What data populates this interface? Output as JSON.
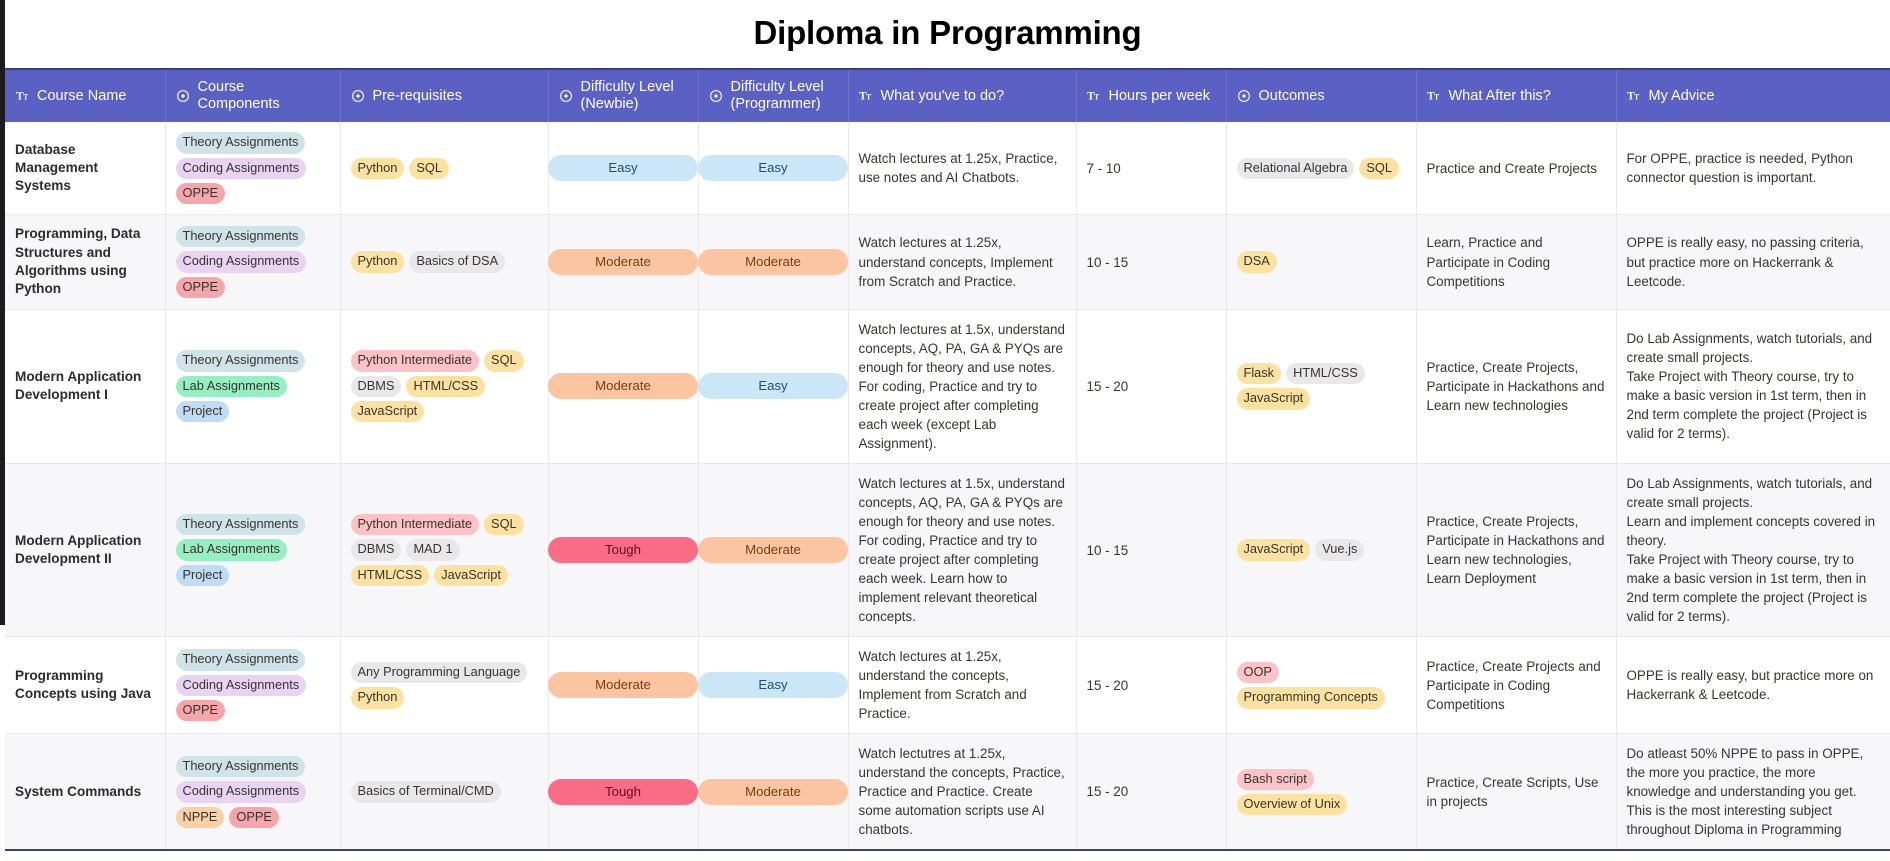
{
  "page": {
    "title": "Diploma in Programming"
  },
  "icons": {
    "text": "text-type-icon",
    "multiselect": "multi-select-icon"
  },
  "columns": [
    {
      "label": "Course Name",
      "icon": "text",
      "align": "left"
    },
    {
      "label": "Course Components",
      "icon": "multiselect",
      "align": "left"
    },
    {
      "label": "Pre-requisites",
      "icon": "multiselect",
      "align": "left"
    },
    {
      "label": "Difficulty Level\n(Newbie)",
      "icon": "multiselect",
      "align": "left"
    },
    {
      "label": "Difficulty Level\n(Programmer)",
      "icon": "multiselect",
      "align": "left"
    },
    {
      "label": "What you've to do?",
      "icon": "text",
      "align": "left"
    },
    {
      "label": "Hours per week",
      "icon": "text",
      "align": "left"
    },
    {
      "label": "Outcomes",
      "icon": "multiselect",
      "align": "left"
    },
    {
      "label": "What After this?",
      "icon": "text",
      "align": "left"
    },
    {
      "label": "My Advice",
      "icon": "text",
      "align": "left"
    }
  ],
  "tag_colors": {
    "theory": "#cfe3e8",
    "coding": "#e8d4f2",
    "lab": "#96eec3",
    "project": "#bedcf5",
    "oppe": "#f6a6ab",
    "nppe": "#fbd0a4",
    "yellow": "#fbe2a0",
    "gray": "#e8e8ea",
    "pink": "#fbc3c8"
  },
  "rows": [
    {
      "course": "Database Management Systems",
      "components": [
        {
          "text": "Theory Assignments",
          "color": "theory"
        },
        {
          "text": "Coding Assignments",
          "color": "coding"
        },
        {
          "text": "OPPE",
          "color": "oppe"
        }
      ],
      "prereq": [
        {
          "text": "Python",
          "color": "yellow"
        },
        {
          "text": "SQL",
          "color": "yellow"
        }
      ],
      "newbie": "Easy",
      "programmer": "Easy",
      "todo": "Watch lectures at 1.25x, Practice, use notes and AI Chatbots.",
      "hours": "7 - 10",
      "outcomes": [
        {
          "text": "Relational Algebra",
          "color": "gray"
        },
        {
          "text": "SQL",
          "color": "yellow"
        }
      ],
      "after": "Practice and Create Projects",
      "advice": "For OPPE, practice is needed, Python connector question is important."
    },
    {
      "course": "Programming, Data Structures and Algorithms using Python",
      "components": [
        {
          "text": "Theory Assignments",
          "color": "theory"
        },
        {
          "text": "Coding Assignments",
          "color": "coding"
        },
        {
          "text": "OPPE",
          "color": "oppe"
        }
      ],
      "prereq": [
        {
          "text": "Python",
          "color": "yellow"
        },
        {
          "text": "Basics of DSA",
          "color": "gray"
        }
      ],
      "newbie": "Moderate",
      "programmer": "Moderate",
      "todo": "Watch lectures at 1.25x, understand concepts, Implement from Scratch and Practice.",
      "hours": "10 - 15",
      "outcomes": [
        {
          "text": "DSA",
          "color": "yellow"
        }
      ],
      "after": "Learn, Practice and Participate in Coding Competitions",
      "advice": "OPPE is really easy, no passing criteria, but practice more on Hackerrank & Leetcode."
    },
    {
      "course": "Modern Application Development I",
      "components": [
        {
          "text": "Theory Assignments",
          "color": "theory"
        },
        {
          "text": "Lab Assignments",
          "color": "lab"
        },
        {
          "text": "Project",
          "color": "project"
        }
      ],
      "prereq": [
        {
          "text": "Python Intermediate",
          "color": "pink"
        },
        {
          "text": "SQL",
          "color": "yellow"
        },
        {
          "text": "DBMS",
          "color": "gray"
        },
        {
          "text": "HTML/CSS",
          "color": "yellow"
        },
        {
          "text": "JavaScript",
          "color": "yellow"
        }
      ],
      "newbie": "Moderate",
      "programmer": "Easy",
      "todo": "Watch lectures at 1.5x, understand concepts, AQ, PA, GA & PYQs are enough for theory and use notes.\nFor coding, Practice and try to create project after completing each week (except Lab Assignment).",
      "hours": "15 - 20",
      "outcomes": [
        {
          "text": "Flask",
          "color": "yellow"
        },
        {
          "text": "HTML/CSS",
          "color": "gray"
        },
        {
          "text": "JavaScript",
          "color": "yellow"
        }
      ],
      "after": "Practice, Create Projects, Participate in Hackathons and Learn new technologies",
      "advice": "Do Lab Assignments, watch tutorials, and create small projects.\nTake Project with Theory course, try to make a basic version in 1st term, then in 2nd term complete the project (Project is valid for 2 terms)."
    },
    {
      "course": "Modern Application Development II",
      "components": [
        {
          "text": "Theory Assignments",
          "color": "theory"
        },
        {
          "text": "Lab Assignments",
          "color": "lab"
        },
        {
          "text": "Project",
          "color": "project"
        }
      ],
      "prereq": [
        {
          "text": "Python Intermediate",
          "color": "pink"
        },
        {
          "text": "SQL",
          "color": "yellow"
        },
        {
          "text": "DBMS",
          "color": "gray"
        },
        {
          "text": "MAD 1",
          "color": "gray"
        },
        {
          "text": "HTML/CSS",
          "color": "yellow"
        },
        {
          "text": "JavaScript",
          "color": "yellow"
        }
      ],
      "newbie": "Tough",
      "programmer": "Moderate",
      "todo": "Watch lectures at 1.5x, understand concepts, AQ, PA, GA & PYQs are enough for theory and use notes.\nFor coding, Practice and try to create project after completing each week. Learn how to implement relevant theoretical concepts.",
      "hours": "10 - 15",
      "outcomes": [
        {
          "text": "JavaScript",
          "color": "yellow"
        },
        {
          "text": "Vue.js",
          "color": "gray"
        }
      ],
      "after": "Practice, Create Projects, Participate in Hackathons and Learn new technologies, Learn Deployment",
      "advice": "Do Lab Assignments, watch tutorials, and create small projects.\nLearn and implement concepts covered in theory.\nTake Project with Theory course, try to make a basic version in 1st term, then in 2nd term complete the project (Project is valid for 2 terms)."
    },
    {
      "course": "Programming Concepts using Java",
      "components": [
        {
          "text": "Theory Assignments",
          "color": "theory"
        },
        {
          "text": "Coding Assignments",
          "color": "coding"
        },
        {
          "text": "OPPE",
          "color": "oppe"
        }
      ],
      "prereq": [
        {
          "text": "Any Programming Language",
          "color": "gray"
        },
        {
          "text": "Python",
          "color": "yellow"
        }
      ],
      "newbie": "Moderate",
      "programmer": "Easy",
      "todo": "Watch lectures at 1.25x, understand the concepts, Implement from Scratch and Practice.",
      "hours": "15 - 20",
      "outcomes": [
        {
          "text": "OOP",
          "color": "pink"
        },
        {
          "text": "Programming Concepts",
          "color": "yellow"
        }
      ],
      "after": "Practice, Create Projects and Participate in Coding Competitions",
      "advice": "OPPE is really easy,  but practice more on Hackerrank & Leetcode."
    },
    {
      "course": "System Commands",
      "components": [
        {
          "text": "Theory Assignments",
          "color": "theory"
        },
        {
          "text": "Coding Assignments",
          "color": "coding"
        },
        {
          "text": "NPPE",
          "color": "nppe"
        },
        {
          "text": "OPPE",
          "color": "oppe"
        }
      ],
      "prereq": [
        {
          "text": "Basics of Terminal/CMD",
          "color": "gray"
        }
      ],
      "newbie": "Tough",
      "programmer": "Moderate",
      "todo": "Watch lectutres at 1.25x, understand the concepts, Practice, Practice and Practice. Create some automation scripts use AI chatbots.",
      "hours": "15 - 20",
      "outcomes": [
        {
          "text": "Bash script",
          "color": "pink"
        },
        {
          "text": "Overview of Unix",
          "color": "yellow"
        }
      ],
      "after": "Practice, Create Scripts, Use in projects",
      "advice": "Do atleast 50% NPPE to pass in OPPE, the more you practice, the more knowledge and understanding you get. This is the most interesting subject throughout Diploma in Programming"
    }
  ]
}
